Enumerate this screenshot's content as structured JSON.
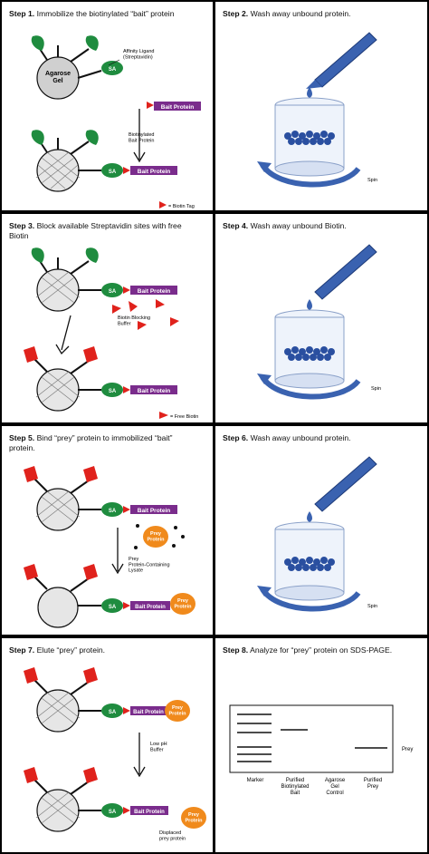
{
  "colors": {
    "border": "#000000",
    "sa_green": "#1f8c3f",
    "biotin_red": "#e0221c",
    "bait_purple": "#7a2c8c",
    "prey_orange": "#f08a1c",
    "glass_blue": "#3a62b0",
    "gel_gray": "#cfcfcf"
  },
  "labels": {
    "sa": "SA",
    "agarose_gel": "Agarose\nGel",
    "bait_protein": "Bait Protein",
    "prey_protein": "Prey\nProtein",
    "spin": "Spin"
  },
  "steps": [
    {
      "num": "Step 1.",
      "text": "Immobilize the biotinylated “bait” protein"
    },
    {
      "num": "Step 2.",
      "text": "Wash away unbound protein."
    },
    {
      "num": "Step 3.",
      "text": "Block available Streptavidin sites with free Biotin"
    },
    {
      "num": "Step 4.",
      "text": "Wash away unbound Biotin."
    },
    {
      "num": "Step 5.",
      "text": "Bind “prey” protein to immobilized “bait” protein."
    },
    {
      "num": "Step 6.",
      "text": "Wash away unbound protein."
    },
    {
      "num": "Step 7.",
      "text": "Elute “prey” protein."
    },
    {
      "num": "Step 8.",
      "text": "Analyze for “prey” protein on SDS-PAGE."
    }
  ],
  "annotations": {
    "affinity_ligand": "Affinity Ligand\n(Streptavidin)",
    "biotinylated_bait": "Biotinylated\nBait Protein",
    "biotin_tag": "= Biotin Tag",
    "biotin_blocking_buffer": "Biotin Blocking\nBuffer",
    "free_biotin": "= Free Biotin",
    "prey_lysate": "Prey\nProtein-Containing\nLysate",
    "low_ph_buffer": "Low pH\nBuffer",
    "displaced_prey": "Displaced\nprey protein"
  },
  "gel": {
    "lanes": [
      "Marker",
      "Purified\nBiotinylated\nBait",
      "Agarose\nGel\nControl",
      "Purified\nPrey"
    ],
    "band_label": "Prey"
  }
}
